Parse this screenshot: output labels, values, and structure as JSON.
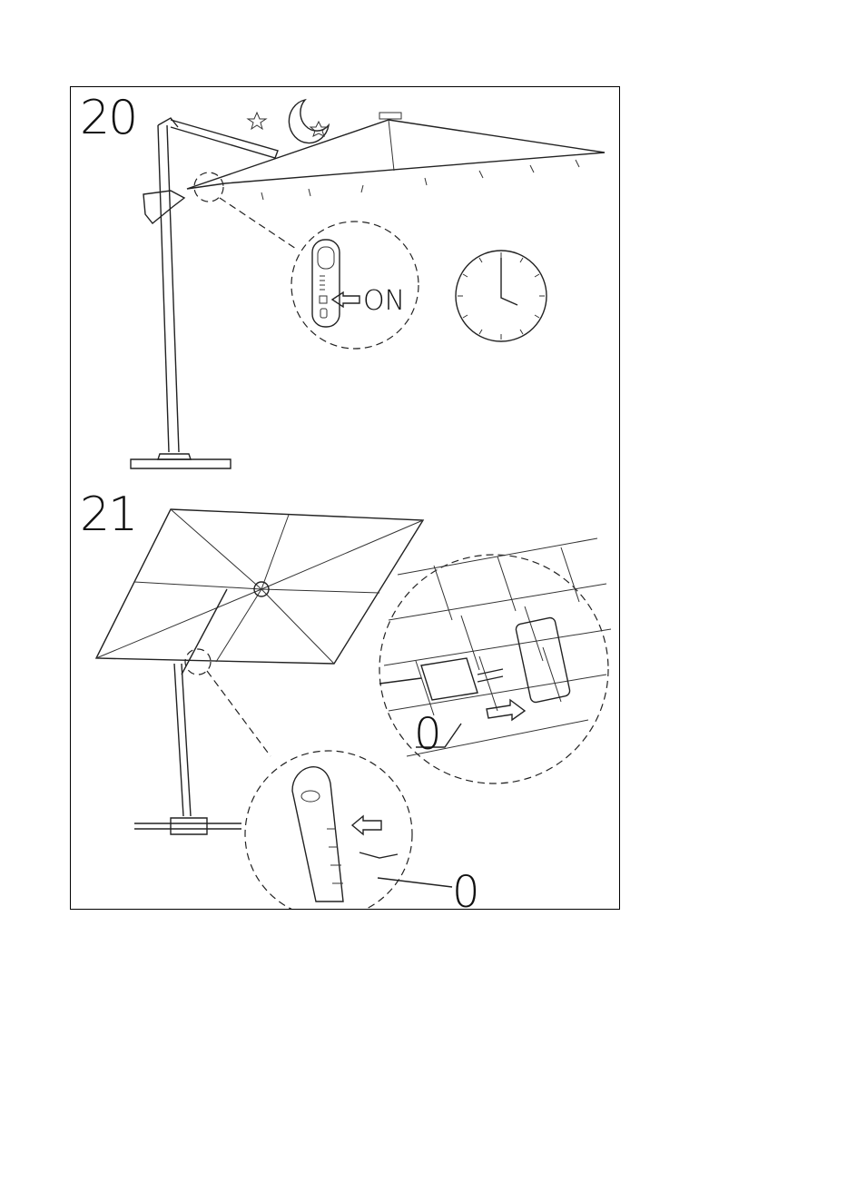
{
  "steps": [
    {
      "number": "20",
      "label": "ON"
    },
    {
      "number": "21",
      "callout_1": "0",
      "callout_2": "0"
    }
  ]
}
